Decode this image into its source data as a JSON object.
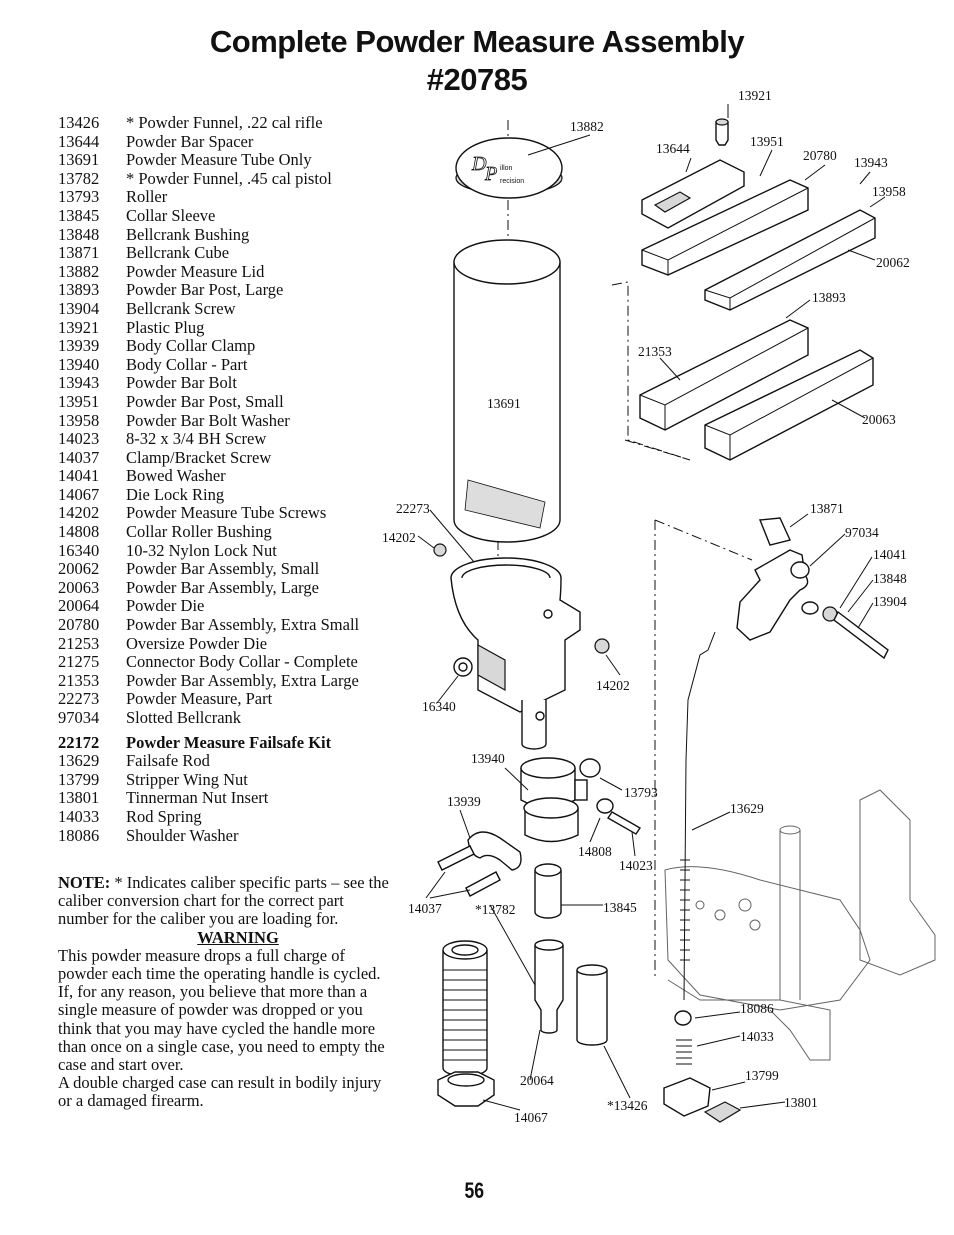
{
  "title": {
    "line1": "Complete Powder Measure Assembly",
    "line2": "#20785"
  },
  "parts": [
    {
      "num": "13426",
      "desc": "* Powder Funnel, .22 cal rifle"
    },
    {
      "num": "13644",
      "desc": "Powder Bar Spacer"
    },
    {
      "num": "13691",
      "desc": "Powder Measure Tube Only"
    },
    {
      "num": "13782",
      "desc": "* Powder Funnel, .45 cal pistol"
    },
    {
      "num": "13793",
      "desc": "Roller"
    },
    {
      "num": "13845",
      "desc": "Collar Sleeve"
    },
    {
      "num": "13848",
      "desc": "Bellcrank Bushing"
    },
    {
      "num": "13871",
      "desc": "Bellcrank Cube"
    },
    {
      "num": "13882",
      "desc": "Powder Measure Lid"
    },
    {
      "num": "13893",
      "desc": "Powder Bar Post, Large"
    },
    {
      "num": "13904",
      "desc": "Bellcrank Screw"
    },
    {
      "num": "13921",
      "desc": "Plastic Plug"
    },
    {
      "num": "13939",
      "desc": "Body Collar Clamp"
    },
    {
      "num": "13940",
      "desc": "Body Collar - Part"
    },
    {
      "num": "13943",
      "desc": "Powder Bar Bolt"
    },
    {
      "num": "13951",
      "desc": "Powder Bar Post, Small"
    },
    {
      "num": "13958",
      "desc": "Powder Bar Bolt Washer"
    },
    {
      "num": "14023",
      "desc": "8-32 x 3/4 BH Screw"
    },
    {
      "num": "14037",
      "desc": "Clamp/Bracket Screw"
    },
    {
      "num": "14041",
      "desc": "Bowed Washer"
    },
    {
      "num": "14067",
      "desc": "Die Lock Ring"
    },
    {
      "num": "14202",
      "desc": "Powder Measure Tube Screws"
    },
    {
      "num": "14808",
      "desc": "Collar Roller Bushing"
    },
    {
      "num": "16340",
      "desc": "10-32 Nylon Lock Nut"
    },
    {
      "num": "20062",
      "desc": "Powder Bar Assembly, Small"
    },
    {
      "num": "20063",
      "desc": "Powder Bar Assembly, Large"
    },
    {
      "num": "20064",
      "desc": "Powder Die"
    },
    {
      "num": "20780",
      "desc": "Powder Bar Assembly, Extra Small"
    },
    {
      "num": "21253",
      "desc": "Oversize Powder Die"
    },
    {
      "num": "21275",
      "desc": "Connector Body Collar - Complete"
    },
    {
      "num": "21353",
      "desc": "Powder Bar Assembly, Extra Large"
    },
    {
      "num": "22273",
      "desc": "Powder Measure, Part"
    },
    {
      "num": "97034",
      "desc": "Slotted Bellcrank"
    }
  ],
  "kit": [
    {
      "num": "22172",
      "desc": "Powder Measure Failsafe Kit"
    },
    {
      "num": "13629",
      "desc": "Failsafe Rod"
    },
    {
      "num": "13799",
      "desc": "Stripper Wing Nut"
    },
    {
      "num": "13801",
      "desc": "Tinnerman Nut Insert"
    },
    {
      "num": "14033",
      "desc": "Rod Spring"
    },
    {
      "num": "18086",
      "desc": "Shoulder Washer"
    }
  ],
  "note": {
    "label": "NOTE:",
    "text": " *  Indicates caliber specific parts – see the caliber conversion chart for the correct part number for the caliber you are loading for."
  },
  "warning": {
    "heading": "WARNING",
    "text": "This powder measure drops a full charge of powder each time the operating handle is cycled. If, for any reason, you believe that more than a single measure of powder was dropped or you think that you may have cycled the handle more than once on a single case, you need to empty the case and start over.",
    "text2": "A double charged case can result in bodily injury or a damaged firearm."
  },
  "page_number": "56",
  "lid_logo": {
    "line1": "illon",
    "line2": "recision"
  },
  "diagram_labels": [
    "13921",
    "13882",
    "13644",
    "13951",
    "20780",
    "13943",
    "13958",
    "20062",
    "13893",
    "21353",
    "20063",
    "13691",
    "13871",
    "97034",
    "22273",
    "14202",
    "14041",
    "13848",
    "13904",
    "14202",
    "16340",
    "13940",
    "13793",
    "13939",
    "13629",
    "14808",
    "14023",
    "14037",
    "*13782",
    "13845",
    "18086",
    "14033",
    "20064",
    "13799",
    "13801",
    "14067",
    "*13426"
  ]
}
